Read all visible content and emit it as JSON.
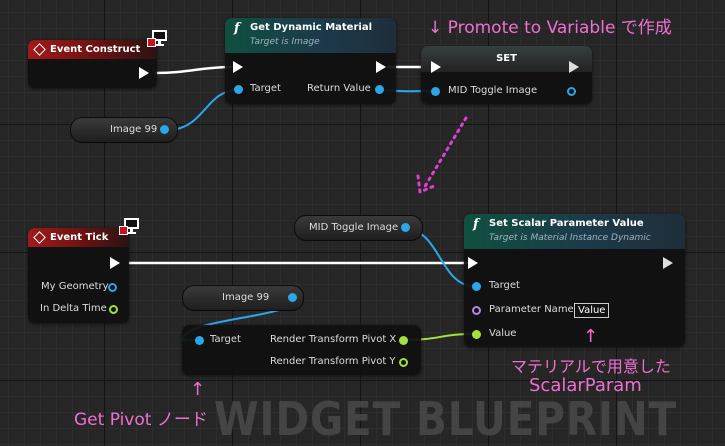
{
  "graph_title": "WIDGET BLUEPRINT",
  "annotations": {
    "promote": "↓ Promote to Variable で作成",
    "param_arrow": "↑",
    "param_line1": "マテリアルで用意した",
    "param_line2": "ScalarParam",
    "pivot_arrow": "↑",
    "pivot_label": "Get Pivot ノード"
  },
  "nodes": {
    "event_construct": {
      "title": "Event Construct"
    },
    "get_dynamic_material": {
      "title": "Get Dynamic Material",
      "subtitle": "Target is Image",
      "target": "Target",
      "return_value": "Return Value"
    },
    "set_node": {
      "title": "SET",
      "input": "MID Toggle Image"
    },
    "image_var_1": {
      "label": "Image 99"
    },
    "event_tick": {
      "title": "Event Tick",
      "my_geometry": "My Geometry",
      "in_delta_time": "In Delta Time"
    },
    "mid_var": {
      "label": "MID Toggle Image"
    },
    "set_scalar": {
      "title": "Set Scalar Parameter Value",
      "subtitle": "Target is Material Instance Dynamic",
      "target": "Target",
      "param_name": "Parameter Name",
      "param_value": "Value",
      "value": "Value"
    },
    "image_var_2": {
      "label": "Image 99"
    },
    "render_pivot": {
      "target": "Target",
      "pivot_x": "Render Transform Pivot X",
      "pivot_y": "Render Transform Pivot Y"
    }
  },
  "colors": {
    "exec": "#ffffff",
    "object_pin": "#2aa6ea",
    "float_pin": "#a2e23a",
    "name_pin": "#b089e6",
    "annotation": "#ee70d0"
  }
}
